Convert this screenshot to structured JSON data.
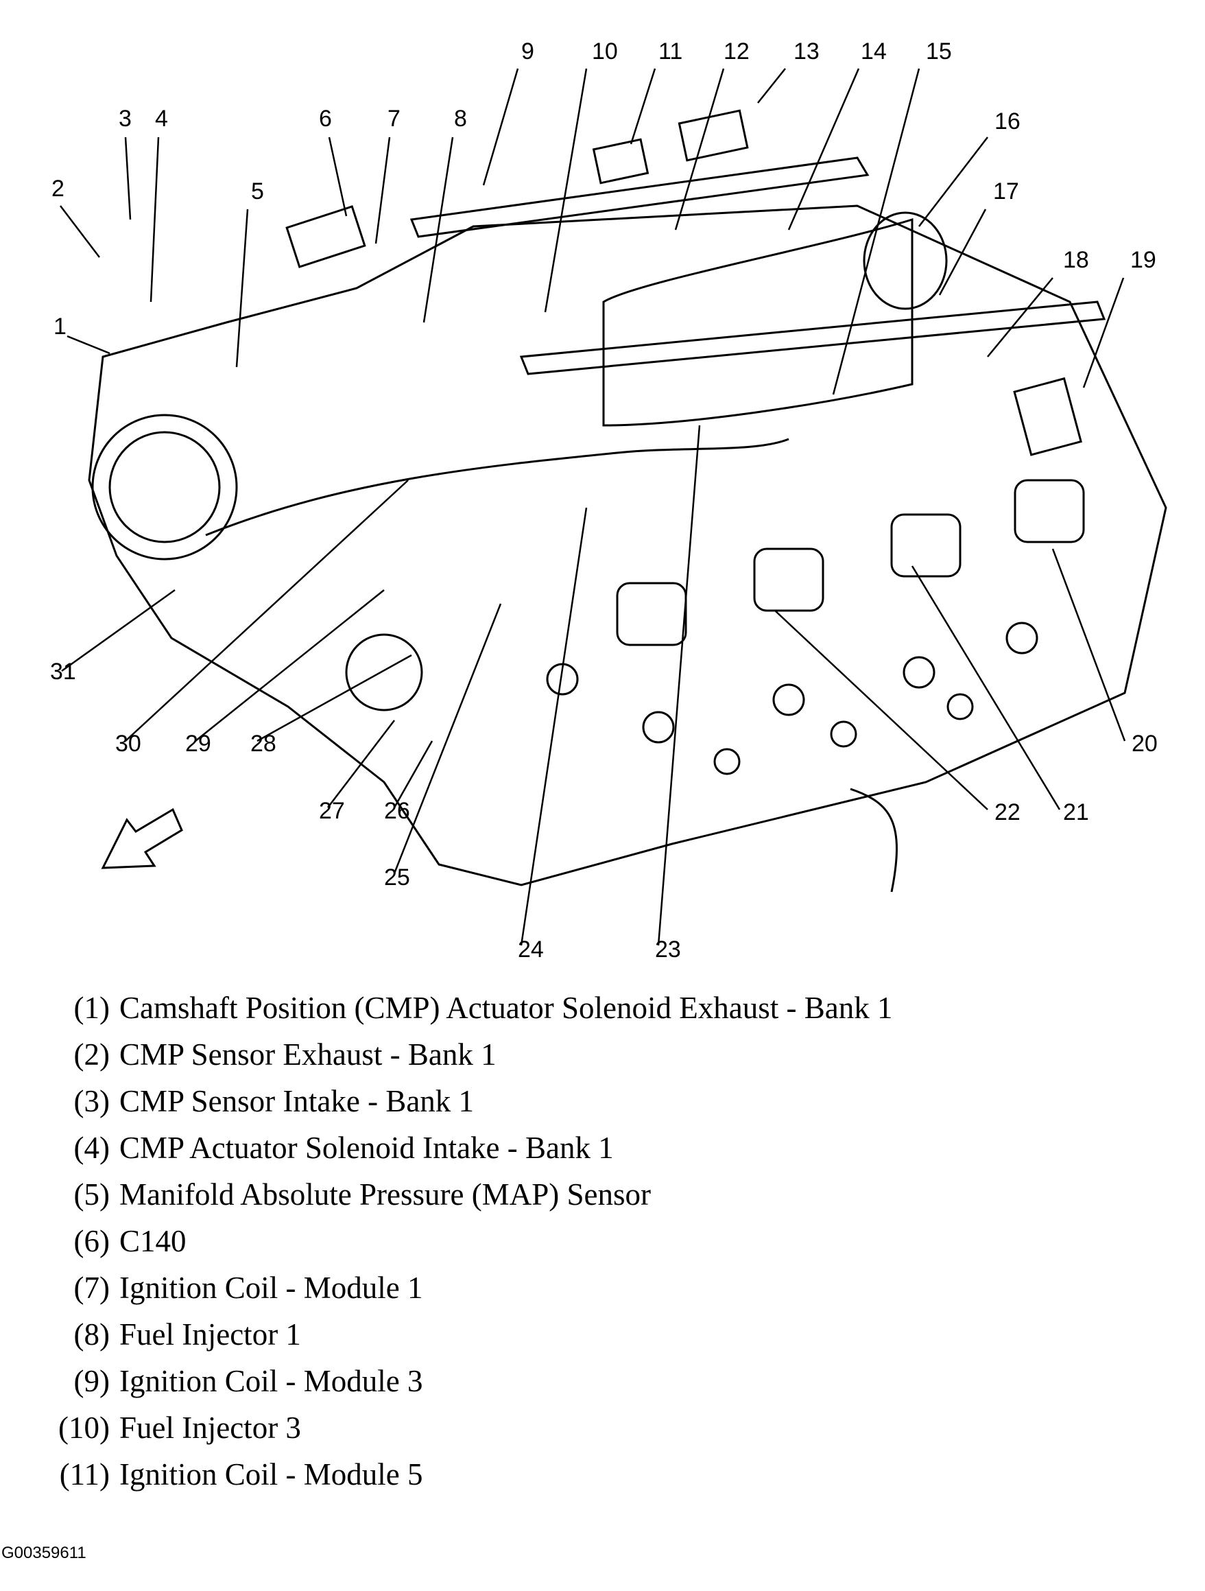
{
  "callouts": [
    {
      "n": "1"
    },
    {
      "n": "2"
    },
    {
      "n": "3"
    },
    {
      "n": "4"
    },
    {
      "n": "5"
    },
    {
      "n": "6"
    },
    {
      "n": "7"
    },
    {
      "n": "8"
    },
    {
      "n": "9"
    },
    {
      "n": "10"
    },
    {
      "n": "11"
    },
    {
      "n": "12"
    },
    {
      "n": "13"
    },
    {
      "n": "14"
    },
    {
      "n": "15"
    },
    {
      "n": "16"
    },
    {
      "n": "17"
    },
    {
      "n": "18"
    },
    {
      "n": "19"
    },
    {
      "n": "20"
    },
    {
      "n": "21"
    },
    {
      "n": "22"
    },
    {
      "n": "23"
    },
    {
      "n": "24"
    },
    {
      "n": "25"
    },
    {
      "n": "26"
    },
    {
      "n": "27"
    },
    {
      "n": "28"
    },
    {
      "n": "29"
    },
    {
      "n": "30"
    },
    {
      "n": "31"
    }
  ],
  "legend": [
    {
      "num": "(1)",
      "text": "Camshaft Position (CMP) Actuator Solenoid Exhaust - Bank 1"
    },
    {
      "num": "(2)",
      "text": "CMP Sensor Exhaust - Bank 1"
    },
    {
      "num": "(3)",
      "text": "CMP Sensor Intake - Bank 1"
    },
    {
      "num": "(4)",
      "text": "CMP Actuator Solenoid Intake - Bank 1"
    },
    {
      "num": "(5)",
      "text": "Manifold Absolute Pressure (MAP) Sensor"
    },
    {
      "num": "(6)",
      "text": "C140"
    },
    {
      "num": "(7)",
      "text": "Ignition Coil - Module 1"
    },
    {
      "num": "(8)",
      "text": "Fuel Injector 1"
    },
    {
      "num": "(9)",
      "text": "Ignition Coil - Module 3"
    },
    {
      "num": "(10)",
      "text": "Fuel Injector 3"
    },
    {
      "num": "(11)",
      "text": "Ignition Coil - Module 5"
    }
  ],
  "figure_id": "G00359611"
}
